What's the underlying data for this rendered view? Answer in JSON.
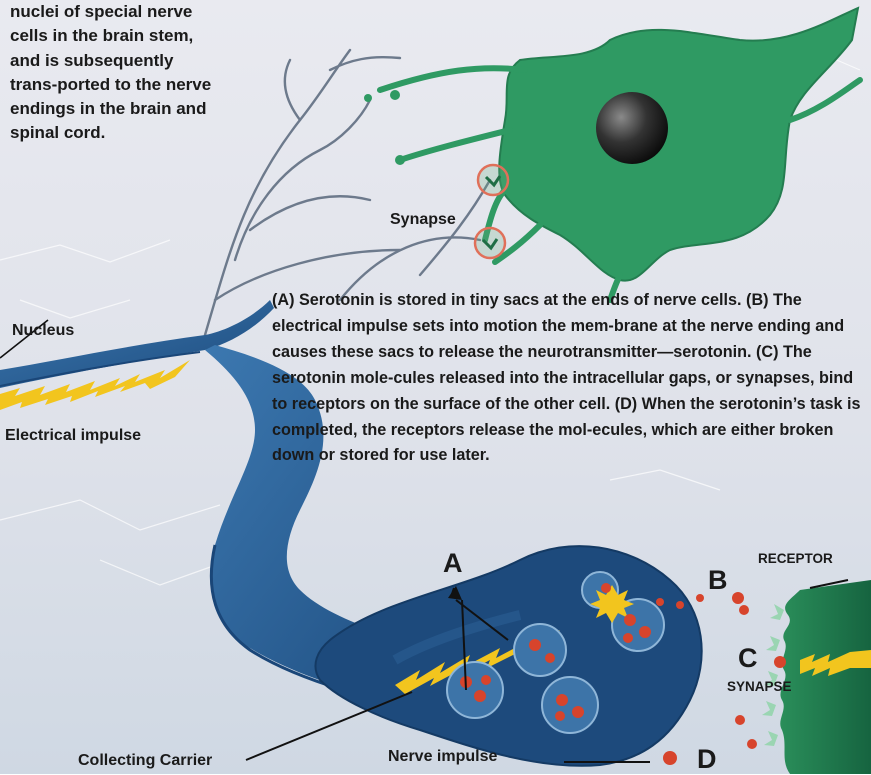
{
  "intro_text": "nuclei of special nerve cells in the brain stem, and is subsequently trans-ported to the nerve endings in the brain and spinal cord.",
  "caption": "(A) Serotonin is stored in tiny sacs at the ends of nerve cells. (B) The electrical impulse sets into motion the mem-brane at the nerve ending and causes these sacs to release the neurotransmitter—serotonin. (C) The serotonin mole-cules released into the intracellular gaps, or synapses, bind to receptors on the surface of the other cell. (D) When the serotonin’s task is completed, the receptors release the mol-ecules, which are either broken down or stored for use later.",
  "labels": {
    "synapse_top": "Synapse",
    "nucleus": "Nucleus",
    "electrical_impulse": "Electrical impulse",
    "letter_a": "A",
    "letter_b": "B",
    "letter_c": "C",
    "letter_d": "D",
    "receptor": "RECEPTOR",
    "synapse_bottom": "SYNAPSE",
    "collecting_carrier": "Collecting Carrier",
    "nerve_impulse": "Nerve impulse"
  },
  "colors": {
    "background": "#e6e7ee",
    "neuron_green": "#2f9a63",
    "axon_blue": "#2a5f95",
    "terminal_dark_blue": "#1d4a7c",
    "impulse_yellow": "#f2c51e",
    "serotonin_red": "#d7442c",
    "receptor_green": "#1f7a4c",
    "synapse_circle": "#e0705a"
  }
}
